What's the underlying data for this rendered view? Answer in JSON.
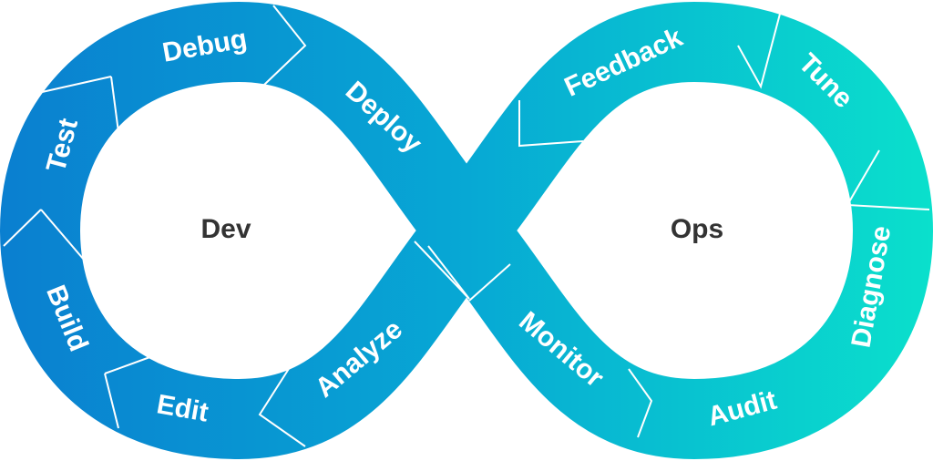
{
  "diagram": {
    "dev_label": "Dev",
    "ops_label": "Ops",
    "dev_stages": [
      "Debug",
      "Deploy",
      "Test",
      "Build",
      "Edit",
      "Analyze"
    ],
    "ops_stages": [
      "Feedback",
      "Tune",
      "Diagnose",
      "Audit",
      "Monitor"
    ],
    "gradient": {
      "start": "#0a7fd0",
      "end": "#0ae0cc"
    }
  }
}
